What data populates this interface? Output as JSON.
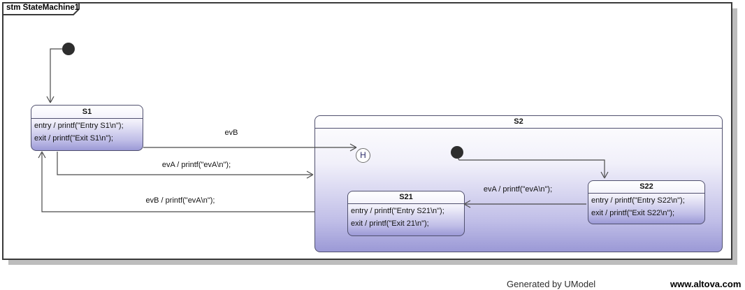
{
  "frame": {
    "title": "stm StateMachine1"
  },
  "states": {
    "s1": {
      "title": "S1",
      "entry": "entry / printf(\"Entry S1\\n\");",
      "exit": "exit / printf(\"Exit S1\\n\");"
    },
    "s2": {
      "title": "S2"
    },
    "s21": {
      "title": "S21",
      "entry": "entry / printf(\"Entry S21\\n\");",
      "exit": "exit / printf(\"Exit 21\\n\");"
    },
    "s22": {
      "title": "S22",
      "entry": "entry / printf(\"Entry S22\\n\");",
      "exit": "exit / printf(\"Exit S22\\n\");"
    }
  },
  "transitions": {
    "evb_s1_to_history": "evB",
    "eva_s1_to_s2": "evA / printf(\"evA\\n\");",
    "evb_s2_to_s1": "evB / printf(\"evA\\n\");",
    "eva_s22_to_s21": "evA / printf(\"evA\\n\");"
  },
  "pseudostates": {
    "history": "H"
  },
  "footer": {
    "generated": "Generated by UModel",
    "site": "www.altova.com"
  },
  "colors": {
    "state_fill_top": "#ffffff",
    "state_fill_bottom": "#9b99d6",
    "state_border": "#50506e",
    "connector": "#4a4a4a",
    "frame_border": "#3a3a3a",
    "frame_shadow": "#bdbdbd"
  }
}
